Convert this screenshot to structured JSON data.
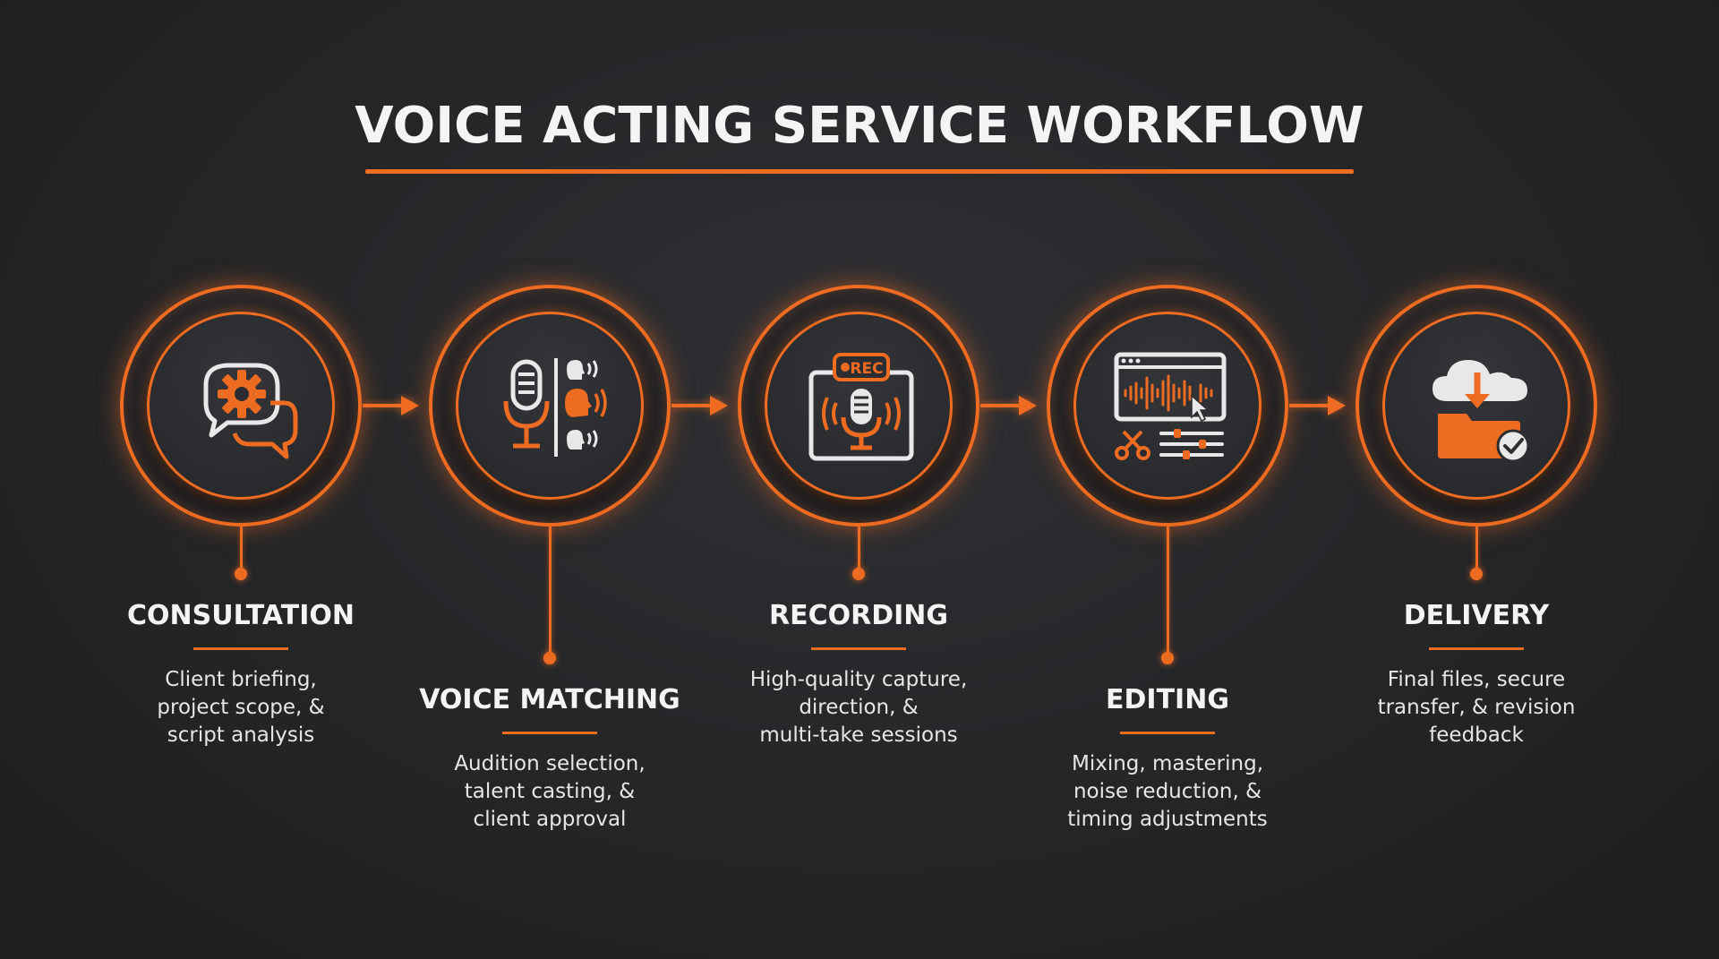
{
  "title": "VOICE ACTING SERVICE WORKFLOW",
  "colors": {
    "accent": "#ee6c22",
    "background": "#262729",
    "text": "#f4f4f4"
  },
  "steps": [
    {
      "title": "CONSULTATION",
      "icon": "chat-gear-icon",
      "description": [
        "Client briefing,",
        "project scope, &",
        "script analysis"
      ]
    },
    {
      "title": "VOICE MATCHING",
      "icon": "microphone-voices-icon",
      "description": [
        "Audition selection,",
        "talent casting, &",
        "client approval"
      ]
    },
    {
      "title": "RECORDING",
      "icon": "rec-microphone-icon",
      "description": [
        "High-quality capture,",
        "direction, &",
        "multi-take sessions"
      ]
    },
    {
      "title": "EDITING",
      "icon": "waveform-editor-icon",
      "description": [
        "Mixing, mastering,",
        "noise reduction, &",
        "timing adjustments"
      ]
    },
    {
      "title": "DELIVERY",
      "icon": "cloud-download-folder-icon",
      "description": [
        "Final files, secure",
        "transfer, & revision",
        "feedback"
      ]
    }
  ]
}
